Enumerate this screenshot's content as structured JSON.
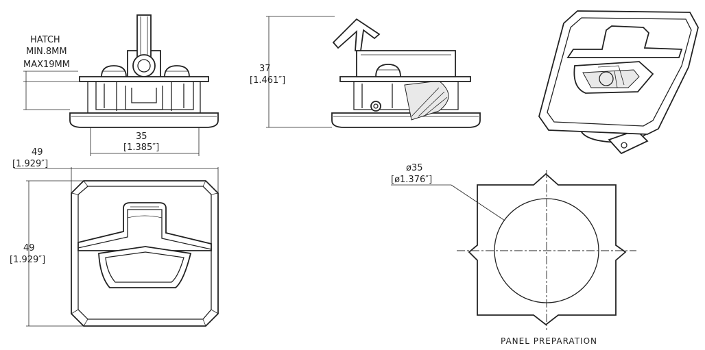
{
  "labels": {
    "hatch": "HATCH",
    "hatch_min": "MIN.8MM",
    "hatch_max": "MAX19MM",
    "width_front_mm": "35",
    "width_front_in": "[1.385″]",
    "height_side_mm": "37",
    "height_side_in": "[1.461″]",
    "top_width_mm": "49",
    "top_width_in": "[1.929″]",
    "top_height_mm": "49",
    "top_height_in": "[1.929″]",
    "cutout_dia_mm": "ø35",
    "cutout_dia_in": "[ø1.376″]",
    "panel_caption": "PANEL PREPARATION"
  }
}
